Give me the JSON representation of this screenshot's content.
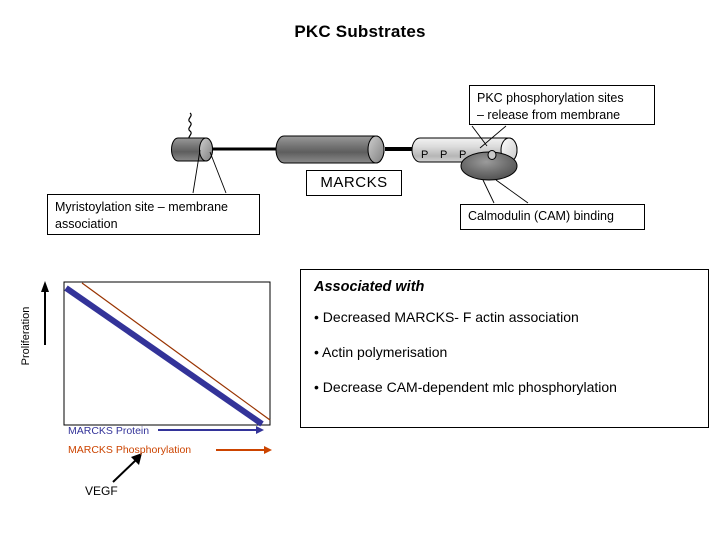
{
  "slide": {
    "title": "PKC Substrates",
    "background_color": "#ffffff"
  },
  "diagram": {
    "protein_label": "MARCKS",
    "phosphate_marks": [
      "P",
      "P",
      "P"
    ],
    "callouts": [
      {
        "name": "pkc-phosphorylation-sites",
        "line1": "PKC phosphorylation sites",
        "line2": "– release from membrane"
      },
      {
        "name": "myristoylation-site",
        "line1": "Myristoylation site – membrane",
        "line2": "association"
      },
      {
        "name": "calmodulin-binding",
        "line1": "Calmodulin (CAM) binding"
      }
    ],
    "colors": {
      "domain_dark": "#6b6b6b",
      "domain_light": "#d9d9d9",
      "calmodulin": "#6e6e6e",
      "outline": "#000000"
    }
  },
  "associated": {
    "heading": "Associated with",
    "bullets": [
      "• Decreased MARCKS- F actin association",
      "• Actin polymerisation",
      "• Decrease CAM-dependent mlc phosphorylation"
    ]
  },
  "chart_data": {
    "type": "line",
    "title": "",
    "xlabel": "MARCKS Protein",
    "ylabel": "Proliferation",
    "grid": false,
    "legend_position": "below",
    "xlim": [
      0,
      1
    ],
    "ylim": [
      0,
      1
    ],
    "x": [
      0,
      1
    ],
    "series": [
      {
        "name": "MARCKS Protein",
        "color": "#333399",
        "width": 6,
        "values": [
          1.0,
          0.0
        ]
      },
      {
        "name": "MARCKS Phosphorylation",
        "color": "#993300",
        "width": 1,
        "values": [
          1.05,
          0.03
        ]
      }
    ],
    "legend": [
      {
        "label": "MARCKS Protein",
        "color": "#333399",
        "arrow": "blue-arrow-right"
      },
      {
        "label": "MARCKS Phosphorylation",
        "color": "#cc4400",
        "arrow": "red-arrow-right"
      }
    ],
    "annotations": [
      {
        "label": "VEGF",
        "color": "#000000",
        "arrow": "black-arrow-up-right"
      }
    ]
  }
}
